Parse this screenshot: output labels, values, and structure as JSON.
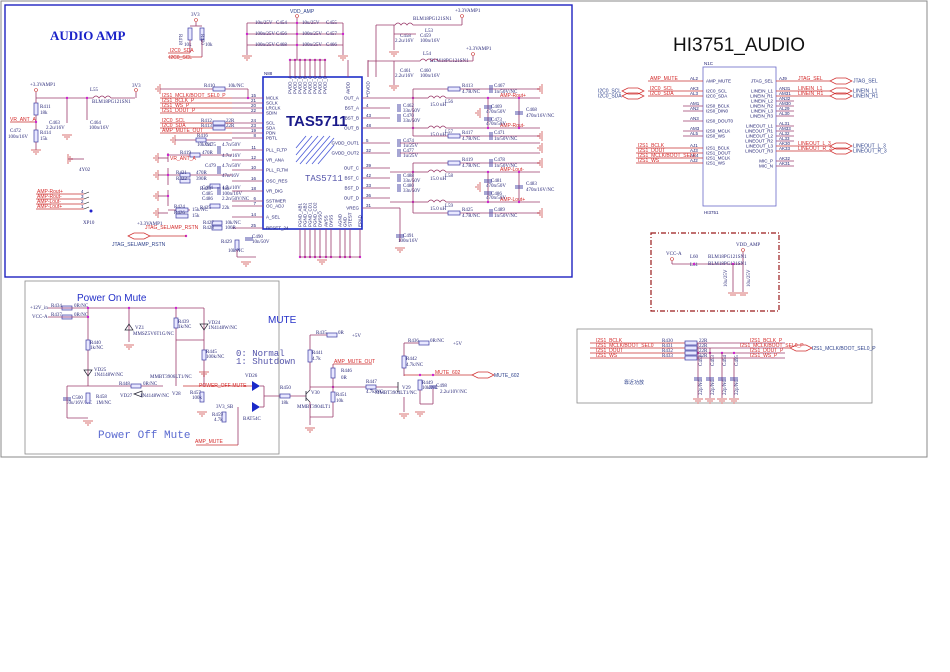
{
  "sheet": {
    "audio_amp_title": "AUDIO AMP",
    "hi3751_title": "HI3751_AUDIO",
    "power_on_mute_title": "Power On Mute",
    "power_off_mute_title": "Power Off Mute",
    "mute_title": "MUTE",
    "mute_legend": [
      "0: Normal",
      "1: Shutdown"
    ]
  },
  "tas5711": {
    "refdes": "N88",
    "name": "TAS5711",
    "part_label": "TAS5711",
    "left_pins": [
      {
        "num": "15",
        "name": "MCLK"
      },
      {
        "num": "21",
        "name": "SCLK"
      },
      {
        "num": "20",
        "name": "LRCLK"
      },
      {
        "num": "22",
        "name": "SDIN"
      },
      {
        "num": "24",
        "name": "SCL"
      },
      {
        "num": "23",
        "name": "SDA"
      },
      {
        "num": "19",
        "name": "PDN"
      },
      {
        "num": "8",
        "name": "PBTL"
      },
      {
        "num": "11",
        "name": "PLL_FLTP"
      },
      {
        "num": "12",
        "name": "VR_ANA"
      },
      {
        "num": "10",
        "name": "PLL_FLTM"
      },
      {
        "num": "16",
        "name": "OSC_RES"
      },
      {
        "num": "18",
        "name": "VR_DIG"
      },
      {
        "num": "6",
        "name": "SSTIMER"
      },
      {
        "num": "7",
        "name": "OC_ADJ"
      },
      {
        "num": "14",
        "name": "A_SEL"
      },
      {
        "num": "25",
        "name": "RESET_24"
      }
    ],
    "right_pins": [
      {
        "num": "1",
        "name": "OUT_A"
      },
      {
        "num": "4",
        "name": "BST_A"
      },
      {
        "num": "43",
        "name": "BST_B"
      },
      {
        "num": "48",
        "name": "OUT_B"
      },
      {
        "num": "5",
        "name": "GVDD_OUT1"
      },
      {
        "num": "32",
        "name": "GVDD_OUT2"
      },
      {
        "num": "39",
        "name": "OUT_C"
      },
      {
        "num": "42",
        "name": "BST_C"
      },
      {
        "num": "33",
        "name": "BST_D"
      },
      {
        "num": "36",
        "name": "OUT_D"
      },
      {
        "num": "31",
        "name": "VREG"
      }
    ],
    "top_pins": [
      "PVDD_A",
      "PVDD_A",
      "PVDD_B",
      "PVDD_B",
      "PVDD_C",
      "PVDD_C",
      "PVDD_D",
      "PVDD_D",
      "AVDD",
      "DVDD"
    ],
    "bottom_pins": [
      "PGND_AB1",
      "PGND_AB2",
      "PGND_CD1",
      "PGND_CD2",
      "DVSSO",
      "AVSS",
      "DVSS",
      "AGND",
      "GND",
      "STEST",
      "EPAD"
    ]
  },
  "amp_components": {
    "vdd_amp": "VDD_AMP",
    "caps_top": [
      {
        "ref": "C454",
        "val": "10u/25V"
      },
      {
        "ref": "C456",
        "val": "100n/25V"
      },
      {
        "ref": "C468",
        "val": "100n/25V"
      },
      {
        "ref": "C455",
        "val": "10u/25V"
      },
      {
        "ref": "C457",
        "val": "100n/25V"
      },
      {
        "ref": "C466",
        "val": "100n/25V"
      }
    ],
    "pullups": [
      {
        "ref": "R418",
        "val": "10k"
      },
      {
        "ref": "R420",
        "val": "10k"
      }
    ],
    "rail_3v3": "3V3",
    "i2c_nets": [
      "I2C0_SDA",
      "I2C0_SCL"
    ],
    "ferrites": [
      {
        "ref": "L53",
        "part": "BLM18PG121SN1"
      },
      {
        "ref": "L54",
        "part": "BLM18PG121SN1"
      },
      {
        "ref": "L55",
        "part": "BLM18PG121SN1"
      }
    ],
    "rail_33amp": "+3.3VAMP1",
    "avdd_caps": [
      {
        "ref": "C458",
        "val": "2.2u/16V"
      },
      {
        "ref": "C459",
        "val": "100n/16V"
      },
      {
        "ref": "C461",
        "val": "2.2u/16V"
      },
      {
        "ref": "C460",
        "val": "100n/16V"
      }
    ],
    "left_bias": [
      {
        "ref": "R411",
        "val": "18k"
      },
      {
        "ref": "R414",
        "val": "15k"
      },
      {
        "ref": "C463",
        "val": "2.2u/16V"
      },
      {
        "ref": "C464",
        "val": "100n/16V"
      },
      {
        "ref": "C472",
        "val": "100n/16V"
      }
    ],
    "vr_ant_net": "VR_ANT_A",
    "input_nets": [
      "I2S1_MCLK/BOOT_SEL0_P",
      "I2S1_BCLK_P",
      "I2S1_WS_P",
      "I2S1_DOUT_P",
      "I2C0_SCL",
      "I2C0_SDA",
      "AMP_MUTE_OUT"
    ],
    "input_resistors": [
      {
        "ref": "R410",
        "val": "10k/NC"
      },
      {
        "ref": "R412",
        "val": "22R"
      },
      {
        "ref": "R413",
        "val": "22R"
      },
      {
        "ref": "R416",
        "val": "10k/NC"
      },
      {
        "ref": "R419",
        "val": "470R"
      },
      {
        "ref": "R421",
        "val": "470R"
      },
      {
        "ref": "R422",
        "val": "390R"
      },
      {
        "ref": "R423",
        "val": "18k"
      },
      {
        "ref": "R424",
        "val": "15k/NC"
      },
      {
        "ref": "R426",
        "val": "15k"
      },
      {
        "ref": "R427",
        "val": "10k/NC"
      },
      {
        "ref": "R428",
        "val": "100R"
      },
      {
        "ref": "R425",
        "val": "22k"
      },
      {
        "ref": "R429",
        "val": "10k/NC"
      }
    ],
    "pll_caps": [
      {
        "ref": "C475",
        "val": "4.7n/50V"
      },
      {
        "ref": "C476",
        "val": "4.7u/16V"
      },
      {
        "ref": "C479",
        "val": "4.7n/50V"
      },
      {
        "ref": "C482",
        "val": "47n/16V"
      },
      {
        "ref": "C484",
        "val": "4.7u/10V"
      },
      {
        "ref": "C485",
        "val": "100n/16V"
      },
      {
        "ref": "C486",
        "val": "2.2n/50V/NC"
      },
      {
        "ref": "C490",
        "val": "10n/50V"
      }
    ],
    "reset_nets": [
      "JTAG_SEL/AMP_RSTN",
      "+3.3VAMP1"
    ],
    "output_filter": [
      {
        "ref": "L56",
        "val": "15.0 uH"
      },
      {
        "ref": "L57",
        "val": "15.0 uH"
      },
      {
        "ref": "L58",
        "val": "15.0 uH"
      },
      {
        "ref": "L59",
        "val": "15.0 uH"
      },
      {
        "ref": "R413",
        "val": "4.7R/NC"
      },
      {
        "ref": "R417",
        "val": "4.7R/NC"
      },
      {
        "ref": "R419",
        "val": "4.7R/NC"
      },
      {
        "ref": "R425",
        "val": "4.7R/NC"
      },
      {
        "ref": "C467",
        "val": "1n/50V/NC"
      },
      {
        "ref": "C471",
        "val": "1n/50V/NC"
      },
      {
        "ref": "C478",
        "val": "1n/50V/NC"
      },
      {
        "ref": "C489",
        "val": "1n/50V/NC"
      },
      {
        "ref": "C462",
        "val": "33n/50V"
      },
      {
        "ref": "C470",
        "val": "33n/50V"
      },
      {
        "ref": "C488",
        "val": "33n/50V"
      },
      {
        "ref": "C480",
        "val": "33n/50V"
      },
      {
        "ref": "C469",
        "val": "470n/50V"
      },
      {
        "ref": "C473",
        "val": "470n/50V"
      },
      {
        "ref": "C481",
        "val": "470n/50V"
      },
      {
        "ref": "C486",
        "val": "470n/50V"
      },
      {
        "ref": "C468",
        "val": "470n/16V/NC"
      },
      {
        "ref": "C483",
        "val": "470n/16V/NC"
      },
      {
        "ref": "C474",
        "val": "1u/25V"
      },
      {
        "ref": "C477",
        "val": "1u/25V"
      },
      {
        "ref": "C491",
        "val": "100n/16V"
      }
    ],
    "speaker_nets": [
      "AMP-Rout+",
      "AMP-Rout-",
      "AMP-Lout-",
      "AMP-Lout+"
    ],
    "connector": {
      "ref": "XP10",
      "part": "4Y02",
      "pins": [
        "4",
        "3",
        "2",
        "1"
      ],
      "nets": [
        "AMP-Rout+",
        "AMP-Rout-",
        "AMP-Lout-",
        "AMP-Lout+"
      ]
    }
  },
  "hi3751": {
    "refdes": "N1C",
    "part": "HI3751",
    "left_pins": [
      {
        "ball": "AL2",
        "name": "AMP_MUTE",
        "net": "AMP_MUTE"
      },
      {
        "ball": "AK3",
        "name": "I2C0_SCL",
        "net": "I2C0_SCL"
      },
      {
        "ball": "AL3",
        "name": "I2C0_SDA",
        "net": "I2C0_SDA"
      },
      {
        "ball": "AM1",
        "name": "I2S0_BCLK",
        "net": ""
      },
      {
        "ball": "AN2",
        "name": "I2S0_DIN0",
        "net": ""
      },
      {
        "ball": "AN3",
        "name": "I2S0_DOUT0",
        "net": ""
      },
      {
        "ball": "AM3",
        "name": "I2S0_MCLK",
        "net": ""
      },
      {
        "ball": "AL5",
        "name": "I2S0_WS",
        "net": ""
      },
      {
        "ball": "AJ1",
        "name": "I2S1_BCLK",
        "net": "I2S1_BCLK"
      },
      {
        "ball": "AJ3",
        "name": "I2S1_DOUT",
        "net": "I2S1_DOUT"
      },
      {
        "ball": "AK4",
        "name": "I2S1_MCLK",
        "net": "I2S1_MCLK/BOOT_SEL0"
      },
      {
        "ball": "AJ2",
        "name": "I2S1_WS",
        "net": "I2S1_WS"
      }
    ],
    "right_pins": [
      {
        "ball": "AJ9",
        "name": "JTAG_SEL",
        "net": "JTAG_SEL"
      },
      {
        "ball": "AN31",
        "name": "LINEIN_L1",
        "net": "LINEIN_L1"
      },
      {
        "ball": "AM31",
        "name": "LINEIN_R1",
        "net": "LINEIN_R1"
      },
      {
        "ball": "AN32",
        "name": "LINEIN_L2",
        "net": ""
      },
      {
        "ball": "AM30",
        "name": "LINEIN_R2",
        "net": ""
      },
      {
        "ball": "AL29",
        "name": "LINEIN_L3",
        "net": ""
      },
      {
        "ball": "AL30",
        "name": "LINEIN_R3",
        "net": ""
      },
      {
        "ball": "AL31",
        "name": "LINEOUT_L1",
        "net": ""
      },
      {
        "ball": "AM33",
        "name": "LINEOUT_R1",
        "net": ""
      },
      {
        "ball": "AL32",
        "name": "LINEOUT_L2",
        "net": ""
      },
      {
        "ball": "AL33",
        "name": "LINEOUT_R2",
        "net": ""
      },
      {
        "ball": "AK30",
        "name": "LINEOUT_L3",
        "net": "LINEOUT_L_3"
      },
      {
        "ball": "AK33",
        "name": "LINEOUT_R3",
        "net": "LINEOUT_R_3"
      },
      {
        "ball": "AK32",
        "name": "MIC_P",
        "net": ""
      },
      {
        "ball": "AK31",
        "name": "MIC_N",
        "net": ""
      }
    ],
    "ports_left": [
      "I2C0_SCL",
      "I2C0_SDA"
    ],
    "ports_right": [
      "JTAG_SEL",
      "LINEIN_L1",
      "LINEIN_R1",
      "LINEOUT_L_3",
      "LINEOUT_R_3"
    ]
  },
  "vdd_filter": {
    "in_net": "VCC-A",
    "out_net": "VDD_AMP",
    "beads": [
      {
        "ref": "L60",
        "part": "BLM18PG121SN1"
      },
      {
        "ref": "L61",
        "part": "BLM18PG121SN1"
      }
    ],
    "caps": [
      {
        "ref": "C430",
        "val": "10u/25V"
      },
      {
        "ref": "C431",
        "val": "10u/25V"
      }
    ]
  },
  "i2s_buffer": {
    "in_nets": [
      "I2S1_BCLK",
      "I2S1_MCLK/BOOT_SEL0",
      "I2S1_DOUT",
      "I2S1_WS"
    ],
    "resistors": [
      {
        "ref": "R430",
        "val": "22R"
      },
      {
        "ref": "R431",
        "val": "22R"
      },
      {
        "ref": "R432",
        "val": "22R"
      },
      {
        "ref": "R433",
        "val": "22R"
      }
    ],
    "out_nets": [
      "I2S1_BCLK_P",
      "I2S1_MCLK/BOOT_SEL0_P",
      "I2S1_DOUT_P",
      "I2S1_WS_P"
    ],
    "caps": [
      "C492",
      "C493",
      "C494",
      "C495"
    ],
    "cap_val": "22p/NC",
    "port": "I2S1_MCLK/BOOT_SEL0_P",
    "note": "靠近功放"
  },
  "mute_circuit": {
    "rails": [
      "+12V_in",
      "VCC-A",
      "3V3_SB",
      "+5V"
    ],
    "components": [
      {
        "ref": "R434",
        "val": "0R/NC"
      },
      {
        "ref": "R437",
        "val": "0R/NC"
      },
      {
        "ref": "R440",
        "val": "1k/NC"
      },
      {
        "ref": "R439",
        "val": "1k/NC"
      },
      {
        "ref": "R445",
        "val": "100k/NC"
      },
      {
        "ref": "R448",
        "val": "0R/NC"
      },
      {
        "ref": "R457",
        "val": "100k"
      },
      {
        "ref": "R458",
        "val": "1M/NC"
      },
      {
        "ref": "R459",
        "val": "4.7k"
      },
      {
        "ref": "R450",
        "val": "18k"
      },
      {
        "ref": "R435",
        "val": "0R"
      },
      {
        "ref": "R441",
        "val": "4.7k"
      },
      {
        "ref": "R446",
        "val": "0R"
      },
      {
        "ref": "R451",
        "val": "10k"
      },
      {
        "ref": "R447",
        "val": "4.7k/NC"
      },
      {
        "ref": "R436",
        "val": "0R/NC"
      },
      {
        "ref": "R442",
        "val": "4.7k/NC"
      },
      {
        "ref": "R449",
        "val": "10k/NC"
      },
      {
        "ref": "C500",
        "val": "10u/16V/NC"
      },
      {
        "ref": "C498",
        "val": "2.2u/10V/NC"
      }
    ],
    "semis": [
      {
        "ref": "VZ1",
        "part": "MMSZ5V6T1G/NC"
      },
      {
        "ref": "VD24",
        "part": "1N4148W/NC"
      },
      {
        "ref": "VD25",
        "part": "1N4148W/NC"
      },
      {
        "ref": "VD27",
        "part": "1N4148W/NC"
      },
      {
        "ref": "V28",
        "part": "MMBT3906LT1/NC"
      },
      {
        "ref": "VD28",
        "part": "BAT54C"
      },
      {
        "ref": "V30",
        "part": "MMBT3904LT1"
      },
      {
        "ref": "V29",
        "part": "MMBT3904LT1/NC"
      }
    ],
    "nets": [
      "POWER_OFF-MUTE",
      "AMP_MUTE",
      "AMP_MUTE_OUT",
      "MUTE_602"
    ],
    "port": "MUTE_602"
  }
}
